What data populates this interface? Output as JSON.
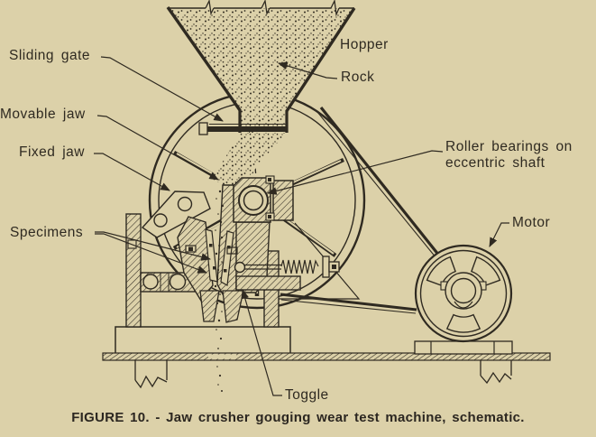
{
  "figure": {
    "caption": "FIGURE 10. - Jaw crusher gouging wear test machine, schematic."
  },
  "labels": {
    "sliding_gate": "Sliding gate",
    "movable_jaw": "Movable jaw",
    "fixed_jaw": "Fixed jaw",
    "specimens": "Specimens",
    "hopper": "Hopper",
    "rock": "Rock",
    "roller_bearings_line1": "Roller bearings on",
    "roller_bearings_line2": "eccentric shaft",
    "motor": "Motor",
    "toggle": "Toggle"
  },
  "colors": {
    "background": "#dcd1a9",
    "ink": "#2f2a21"
  }
}
